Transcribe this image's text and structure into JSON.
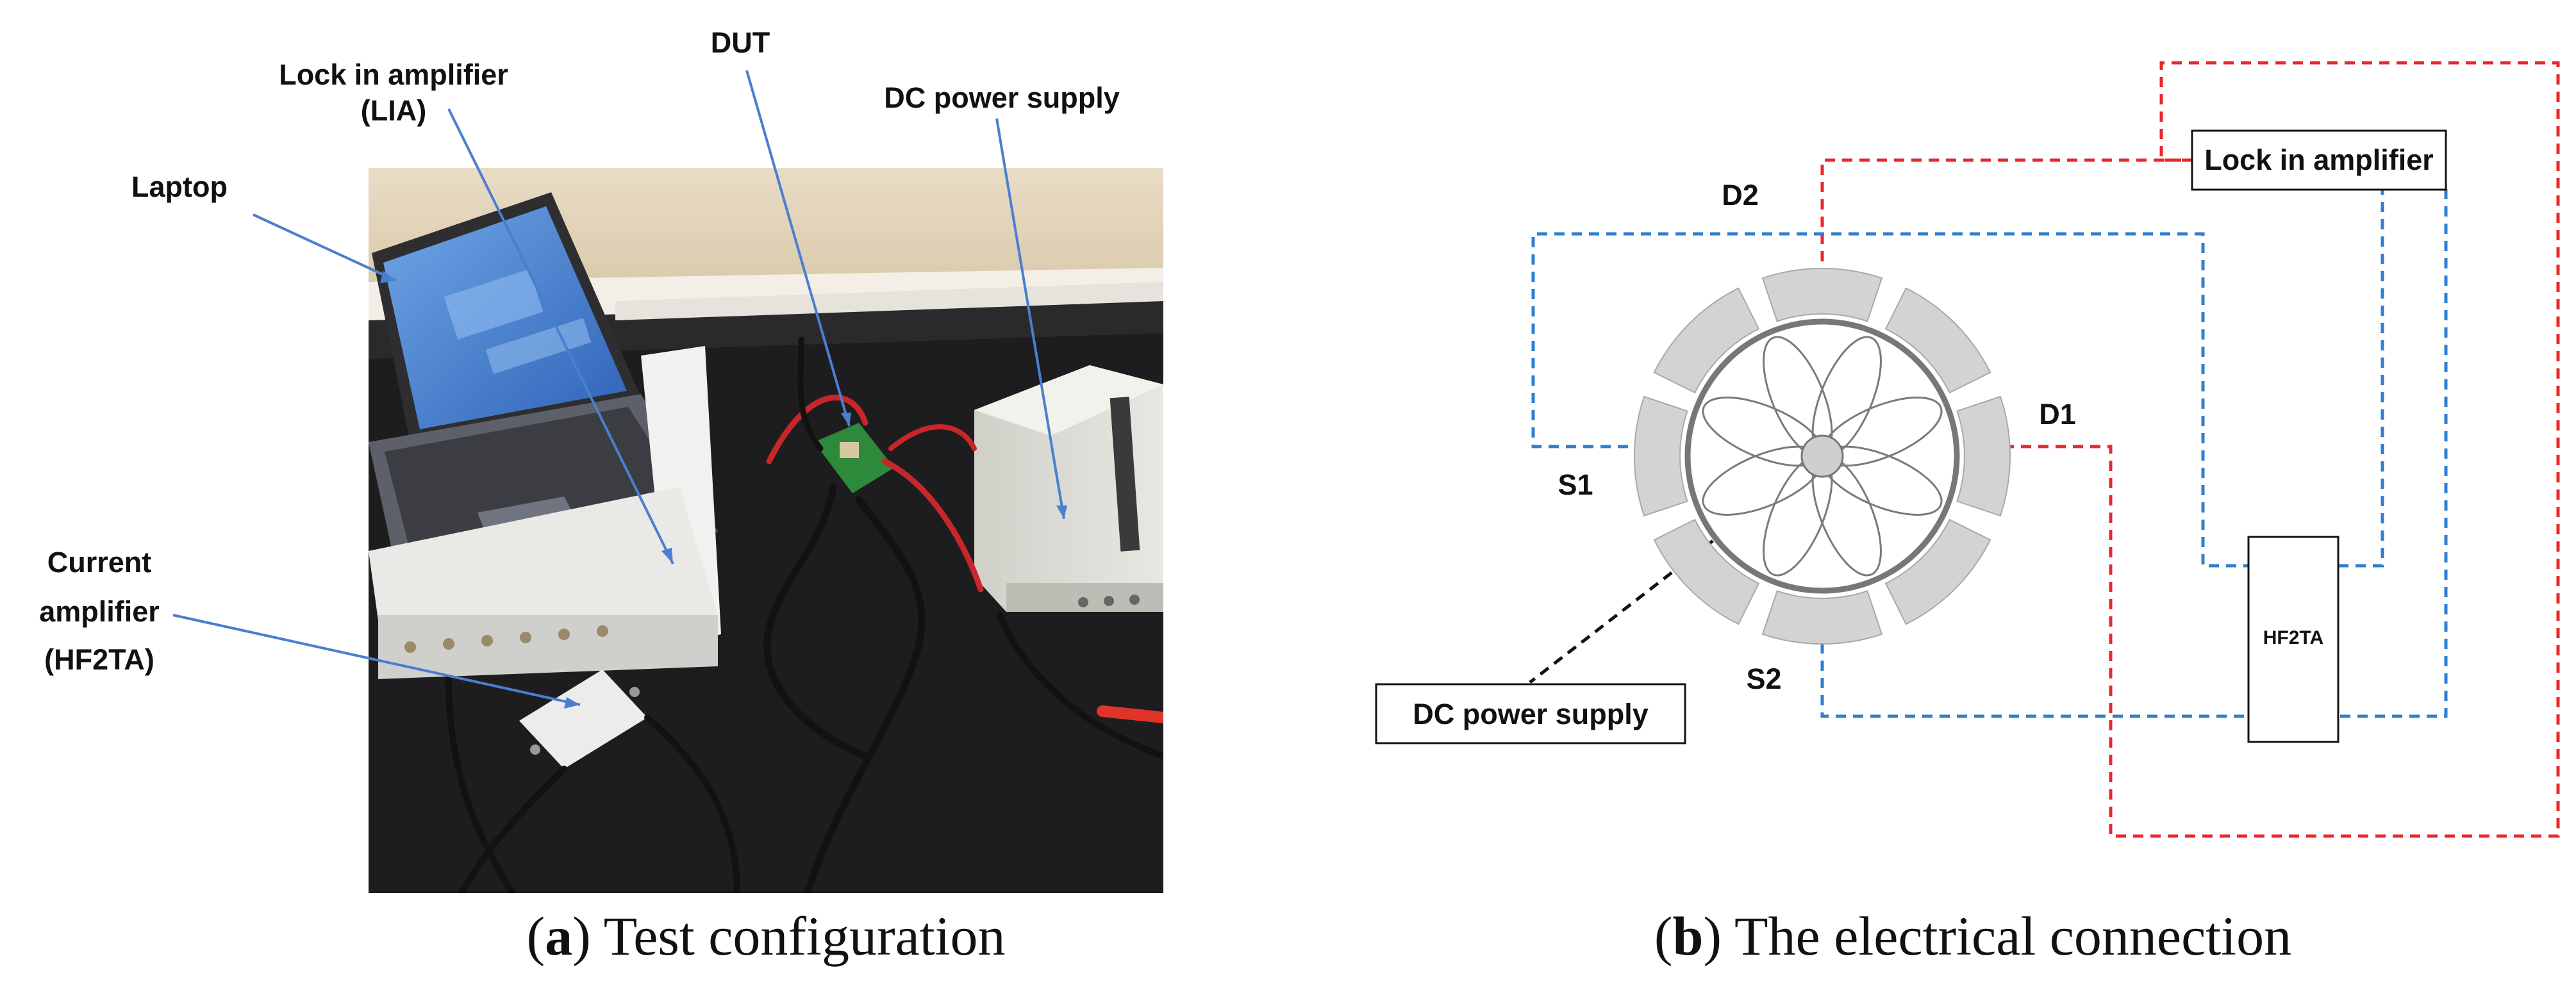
{
  "panel_a": {
    "labels": {
      "laptop": "Laptop",
      "lia_line1": "Lock in amplifier",
      "lia_line2": "(LIA)",
      "dut": "DUT",
      "dc_power_supply": "DC power supply",
      "current_line1": "Current",
      "current_line2": "amplifier",
      "current_line3": "(HF2TA)"
    },
    "caption_letter": "a",
    "caption_text": " Test configuration"
  },
  "panel_b": {
    "labels": {
      "lock_in_amplifier": "Lock in amplifier",
      "d2": "D2",
      "d1": "D1",
      "s1": "S1",
      "s2": "S2",
      "hf2ta": "HF2TA",
      "dc_power_supply": "DC power supply"
    },
    "caption_letter": "b",
    "caption_text": " The electrical connection"
  },
  "colors": {
    "red_wire": "#e8282b",
    "blue_wire": "#2f7fd0",
    "pointer": "#4a7fd0",
    "electrode": "#d3d3d3"
  }
}
